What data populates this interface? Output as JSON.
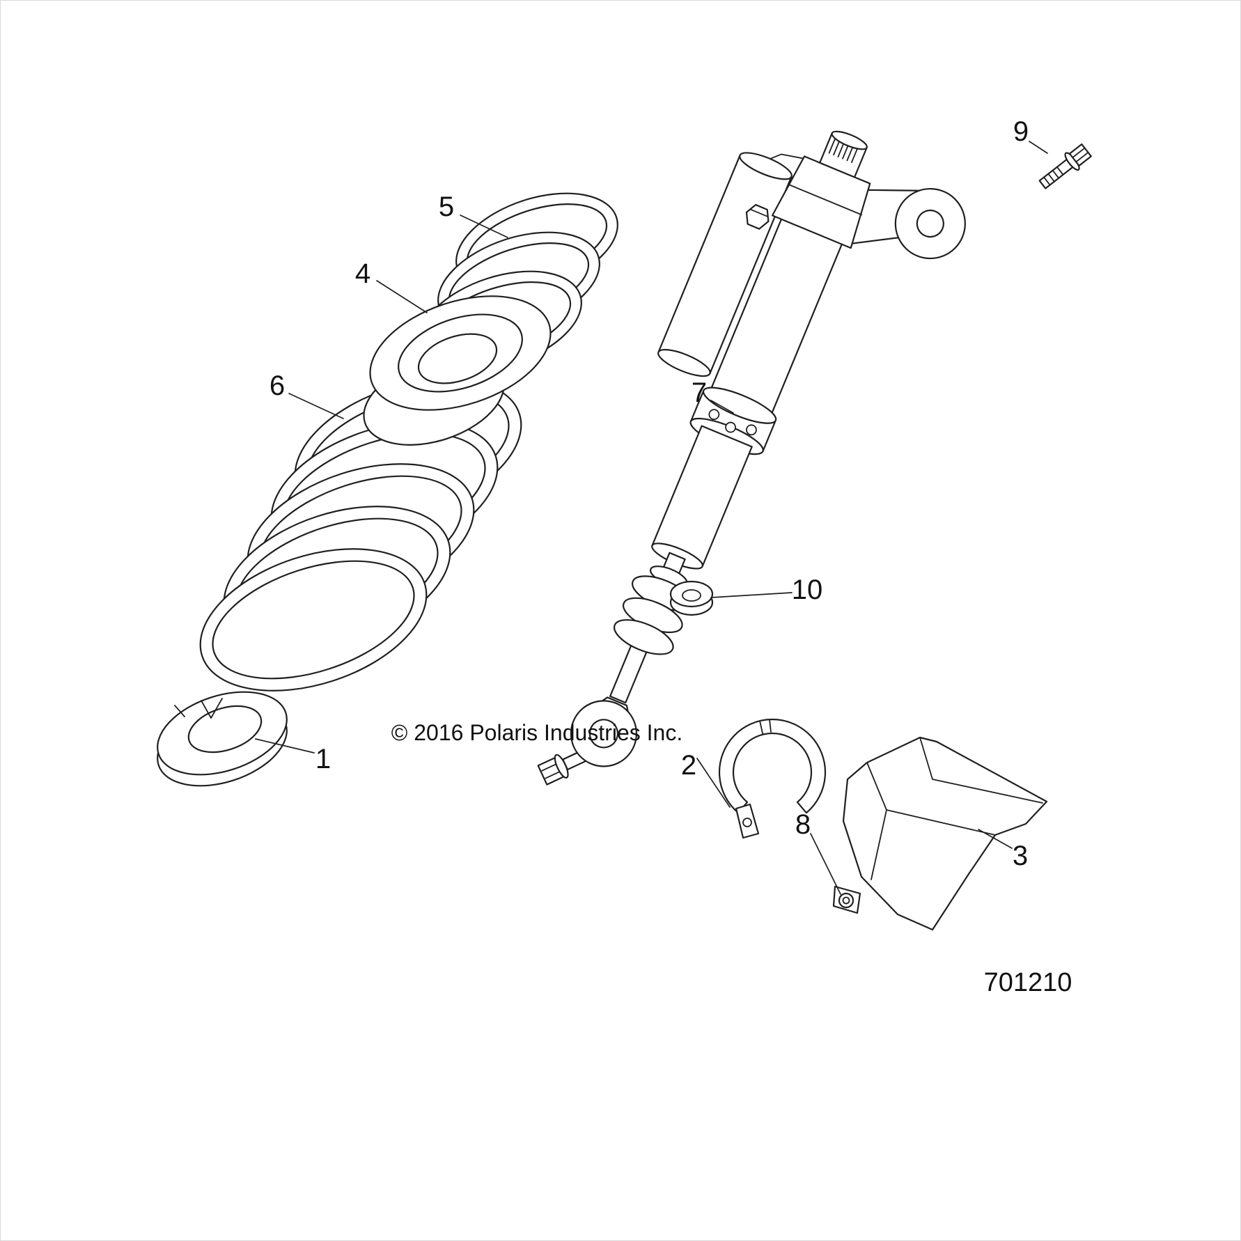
{
  "diagram": {
    "type": "exploded-parts-view",
    "subject": "shock-absorber-and-spring-assembly",
    "copyright": "© 2016 Polaris Industries Inc.",
    "drawing_number": "701210",
    "colors": {
      "background": "#ffffff",
      "line": "#1f1f1f",
      "text": "#111111"
    },
    "callouts": {
      "c1": "1",
      "c2": "2",
      "c3": "3",
      "c4": "4",
      "c5": "5",
      "c6": "6",
      "c7": "7",
      "c8": "8",
      "c9": "9",
      "c10": "10"
    }
  }
}
